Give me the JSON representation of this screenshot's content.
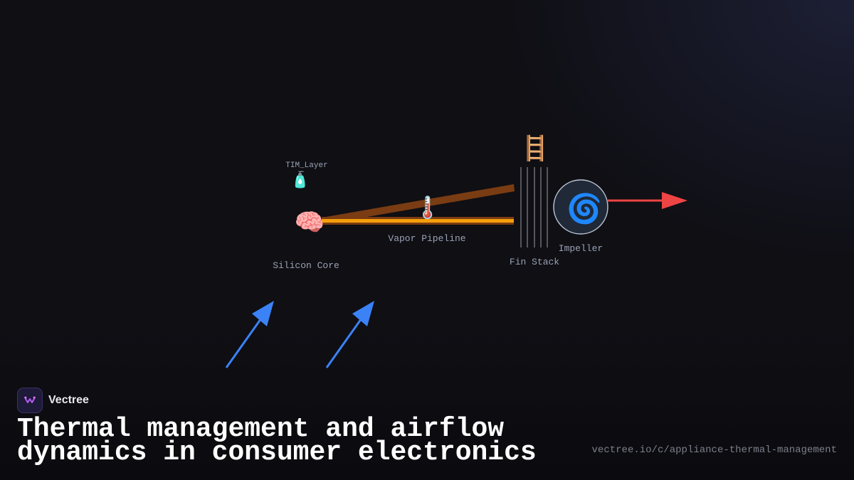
{
  "diagram": {
    "nodes": {
      "tim_layer": {
        "label": "TIM_Layer",
        "icon": "lotion-bottle-icon"
      },
      "silicon_core": {
        "label": "Silicon Core",
        "icon": "brain-icon"
      },
      "vapor_pipeline": {
        "label": "Vapor Pipeline",
        "icon": "thermometer-icon"
      },
      "fin_stack": {
        "label": "Fin Stack",
        "icon": "ladder-icon"
      },
      "impeller": {
        "label": "Impeller",
        "icon": "cyclone-icon"
      }
    },
    "colors": {
      "heat_pipe": "#f59e0b",
      "heat_pipe_shadow": "#7a3c12",
      "intake_arrow": "#3b82f6",
      "exhaust_arrow": "#ef4444",
      "fan_fill": "#1f2937",
      "fin_lines": "#c8ccd6"
    }
  },
  "footer": {
    "brand": "Vectree",
    "title": "Thermal management and airflow dynamics in consumer electronics",
    "url": "vectree.io/c/appliance-thermal-management"
  }
}
